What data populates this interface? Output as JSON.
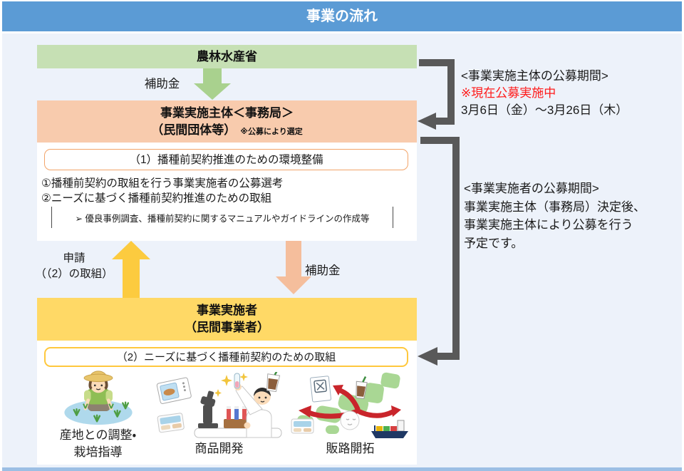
{
  "header": {
    "title": "事業の流れ"
  },
  "flow": {
    "ministry_label": "農林水産省",
    "subsidy_label_top": "補助金",
    "secretariat": {
      "line1": "事業実施主体＜事務局＞",
      "line2": "（民間団体等）",
      "note": "※公募により選定"
    },
    "task1": {
      "heading": "（1）播種前契約推進のための環境整備",
      "items": [
        "①播種前契約の取組を行う事業実施者の公募選考",
        "②ニーズに基づく播種前契約推進のための取組"
      ],
      "sub_item": "➢ 優良事例調査、播種前契約に関するマニュアルやガイドラインの作成等"
    },
    "apply": {
      "line1": "申請",
      "line2": "（（2）の取組）"
    },
    "subsidy_label_mid": "補助金",
    "implementer": {
      "line1": "事業実施者",
      "line2": "（民間事業者）"
    },
    "task2": {
      "heading": "（2）ニーズに基づく播種前契約のための取組"
    },
    "figures": [
      {
        "line1": "産地との調整・",
        "line2": "栽培指導"
      },
      {
        "line1": "商品開発"
      },
      {
        "line1": "販路開拓"
      }
    ]
  },
  "sidebar": {
    "period1": {
      "title": "<事業実施主体の公募期間>",
      "status": "※現在公募実施中",
      "dates": "3月6日（金）～3月26日（木）"
    },
    "period2": {
      "title": "<事業実施者の公募期間>",
      "line1": "事業実施主体（事務局）決定後、",
      "line2": "事業実施主体により公募を行う",
      "line3": "予定です。"
    }
  },
  "colors": {
    "header_blue": "#5B9BD5",
    "background": "#EDF2FA",
    "green_box": "#C6E0B4",
    "green_arrow": "#A9D18E",
    "orange_box": "#F8CBAD",
    "orange_arrow": "#F5BE9C",
    "yellow_box": "#FFD966",
    "yellow_arrow": "#FCCB3F",
    "bracket_gray": "#595959",
    "alert_red": "#FF1A1A"
  }
}
